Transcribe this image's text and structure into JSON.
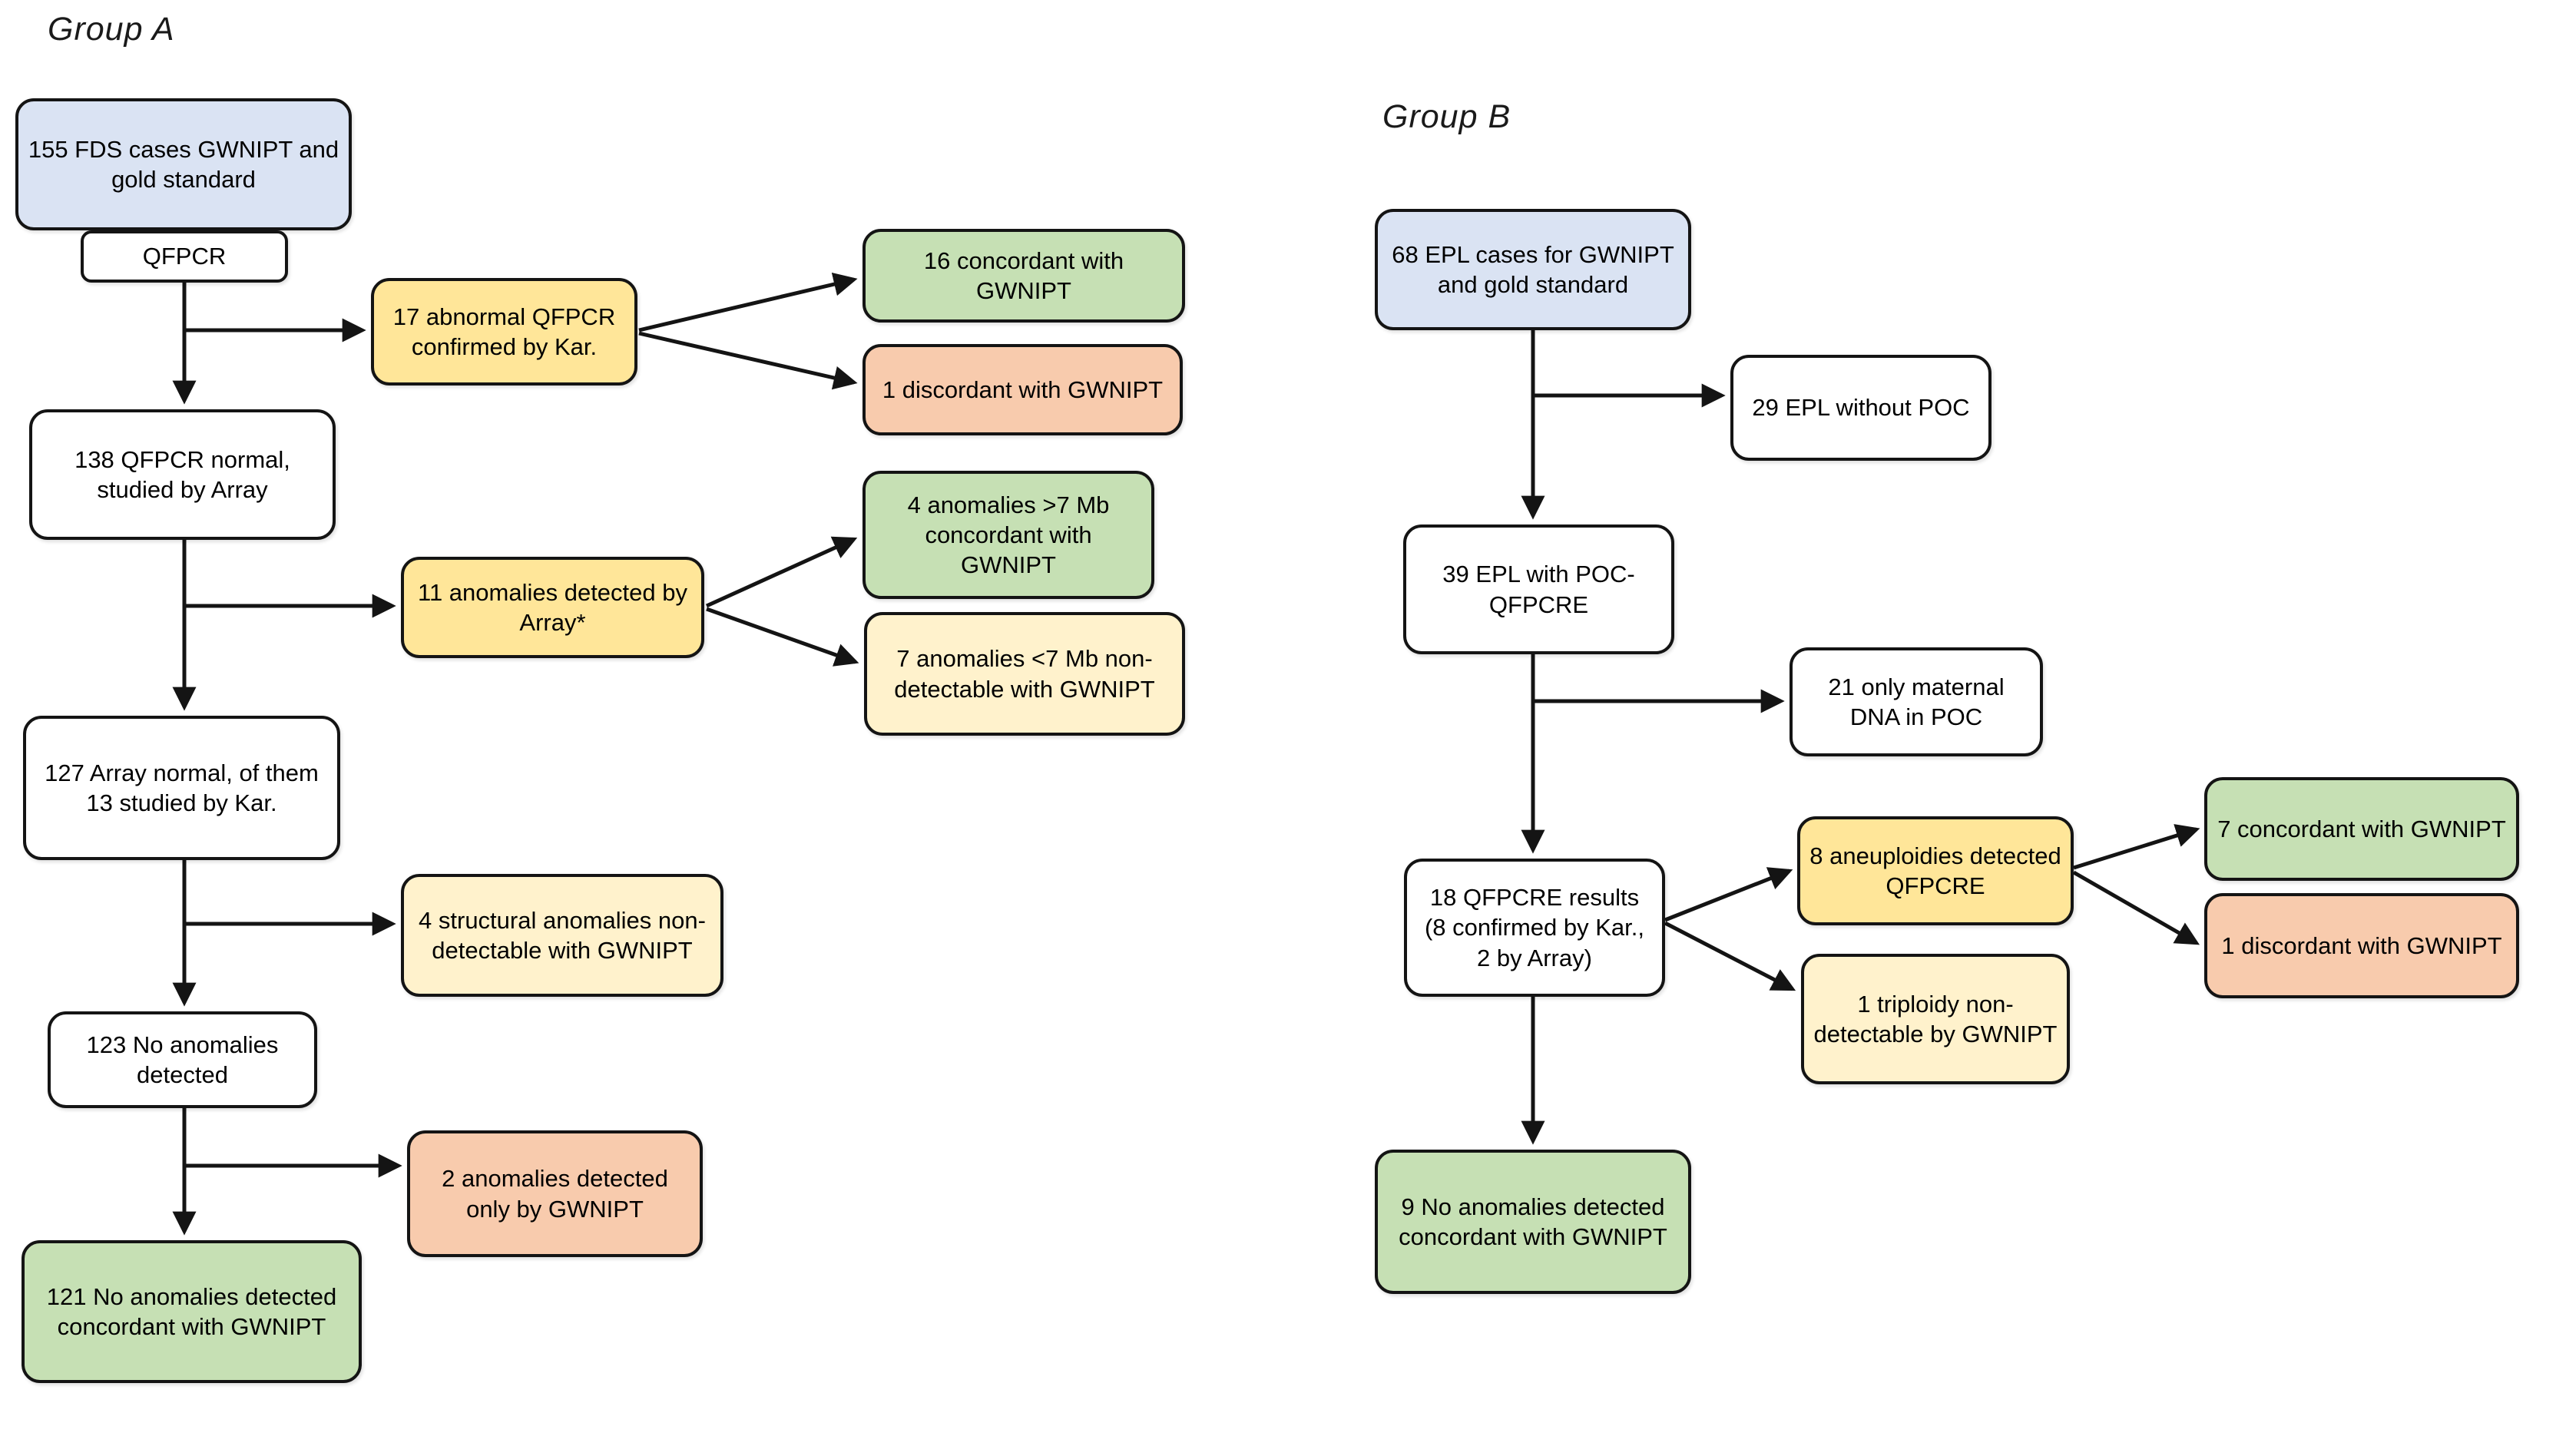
{
  "palette": {
    "blue": "#dae3f3",
    "yellow": "#ffe699",
    "pale_yellow": "#fff2cc",
    "green": "#c6e0b4",
    "orange": "#f8cbad",
    "white": "#ffffff",
    "line": "#141414"
  },
  "group_a": {
    "title": "Group A",
    "nodes": {
      "fds_cases": "155 FDS cases GWNIPT and gold standard",
      "qfpcr": "QFPCR",
      "abnormal_qfpcr": "17 abnormal QFPCR confirmed by Kar.",
      "concordant_16": "16 concordant with GWNIPT",
      "discordant_1": "1 discordant with GWNIPT",
      "qfpcr_normal_138": "138 QFPCR normal, studied by Array",
      "array_anomalies_11": "11 anomalies detected by Array*",
      "anomalies_gt7mb": "4 anomalies >7 Mb concordant with GWNIPT",
      "anomalies_lt7mb": "7 anomalies <7 Mb non-detectable with GWNIPT",
      "array_normal_127": "127 Array normal, of them 13 studied by Kar.",
      "structural_4": "4 structural anomalies non-detectable with GWNIPT",
      "no_anomalies_123": "123 No anomalies detected",
      "gwnipt_only_2": "2 anomalies detected only by GWNIPT",
      "no_anomalies_121": "121 No anomalies detected concordant with GWNIPT"
    }
  },
  "group_b": {
    "title": "Group B",
    "nodes": {
      "epl_cases": "68 EPL cases for GWNIPT and gold standard",
      "epl_without_poc": "29 EPL without POC",
      "epl_with_poc": "39 EPL with POC-QFPCRE",
      "maternal_dna_21": "21 only maternal DNA in POC",
      "qfpcre_results_18": "18 QFPCRE results (8 confirmed by Kar., 2 by Array)",
      "aneuploidies_8": "8 aneuploidies detected QFPCRE",
      "triploidy_1": "1 triploidy non-detectable by GWNIPT",
      "concordant_7": "7 concordant with GWNIPT",
      "discordant_1": "1 discordant with GWNIPT",
      "no_anomalies_9": "9 No anomalies detected concordant with GWNIPT"
    }
  }
}
